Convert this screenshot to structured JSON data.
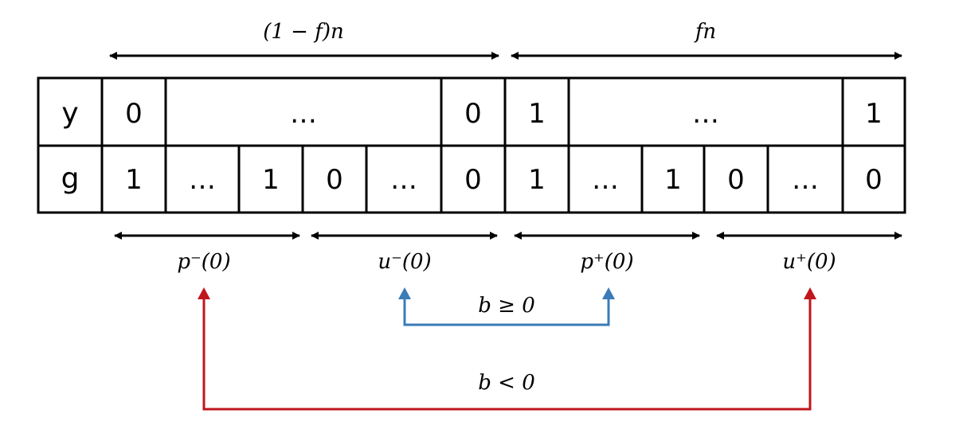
{
  "top_spans": [
    {
      "label": "(1 − f)n"
    },
    {
      "label": "fn"
    }
  ],
  "table": {
    "rows": [
      {
        "header": "y",
        "cells": [
          "0",
          "…",
          "0",
          "1",
          "…",
          "1"
        ]
      },
      {
        "header": "g",
        "cells": [
          "1",
          "…",
          "1",
          "0",
          "…",
          "0",
          "1",
          "…",
          "1",
          "0",
          "…",
          "0"
        ]
      }
    ]
  },
  "bottom_spans": [
    {
      "label": "p⁻(0)"
    },
    {
      "label": "u⁻(0)"
    },
    {
      "label": "p⁺(0)"
    },
    {
      "label": "u⁺(0)"
    }
  ],
  "links": [
    {
      "condition": "b ≥ 0",
      "color": "#3a7bb8"
    },
    {
      "condition": "b < 0",
      "color": "#c0161d"
    }
  ]
}
